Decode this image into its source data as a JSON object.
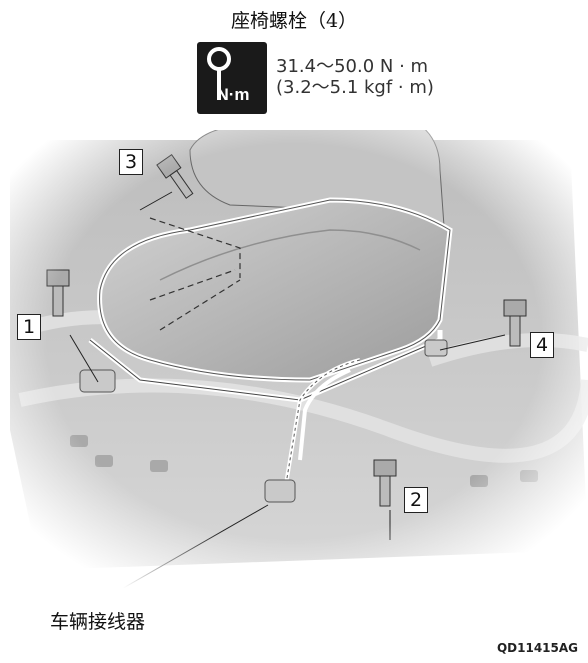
{
  "title": "座椅螺栓（4）",
  "torque": {
    "icon": "torque-wrench-icon",
    "icon_text": "N·m",
    "line1": "31.4～50.0 N · m",
    "line2": "(3.2～5.1 kgf · m)"
  },
  "callouts": [
    "3",
    "1",
    "4",
    "2"
  ],
  "connector_label": "车辆接线器",
  "figure_code": "QD11415AG"
}
